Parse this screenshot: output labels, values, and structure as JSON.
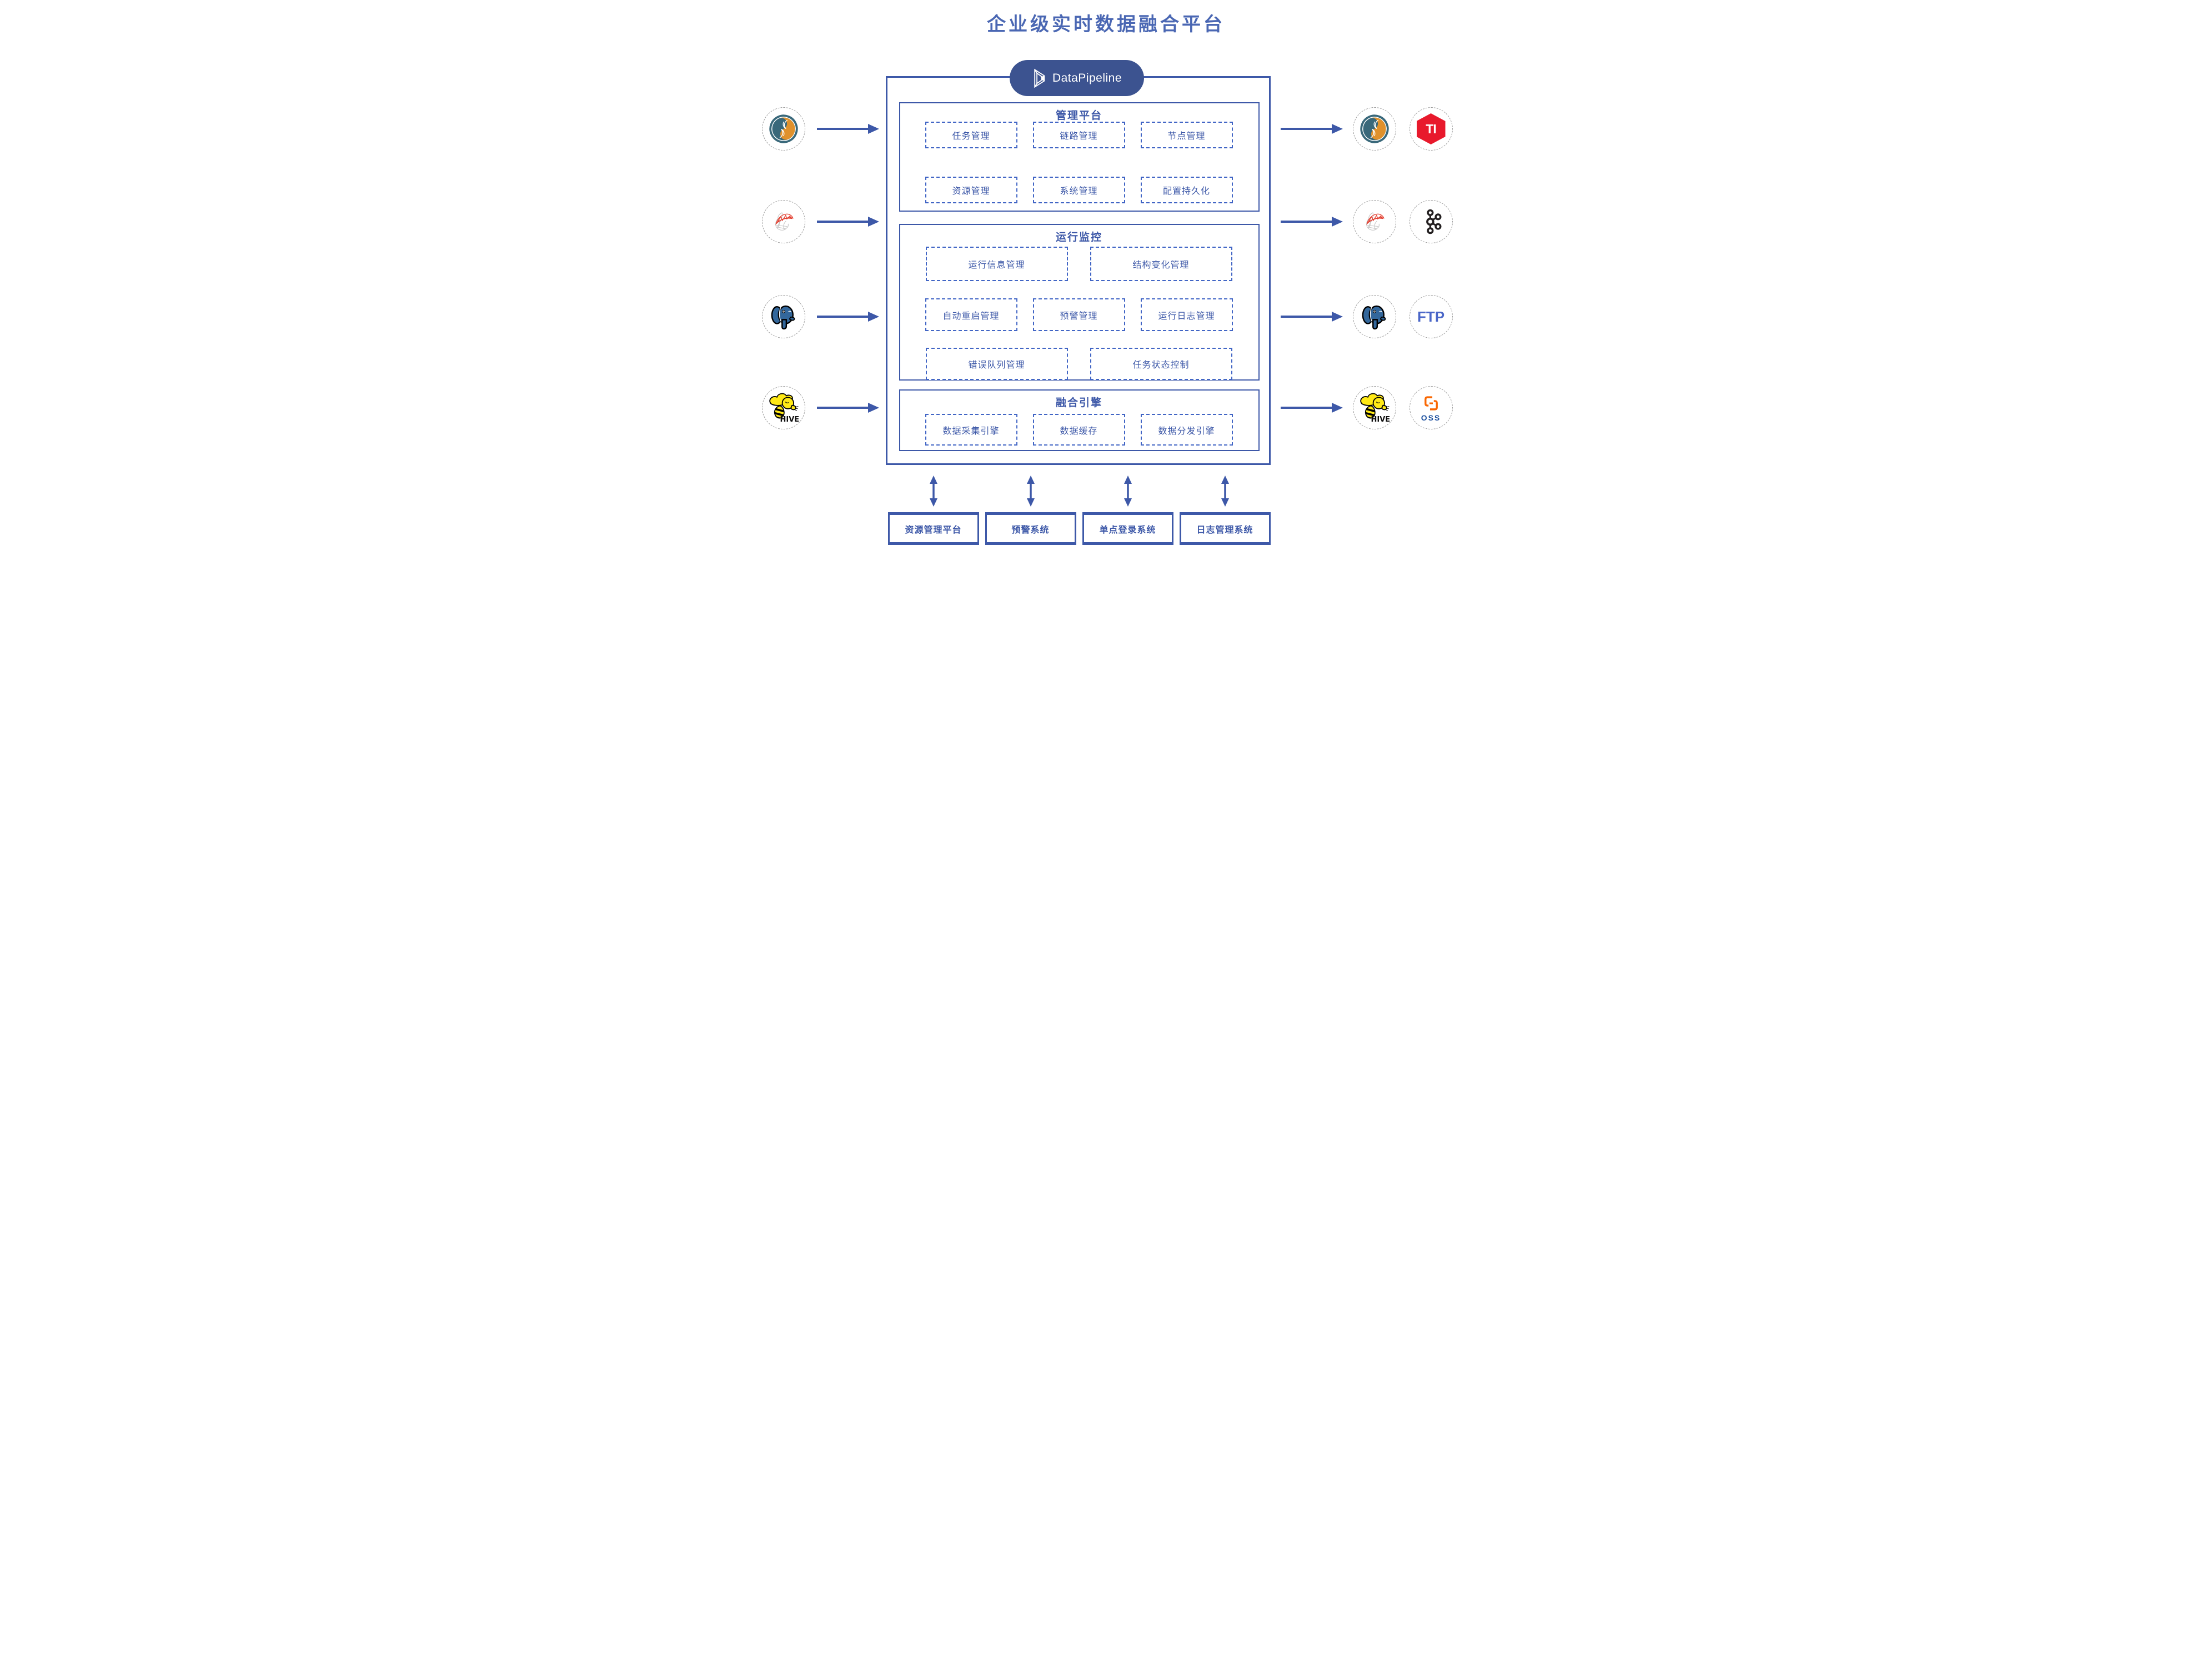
{
  "title": "企业级实时数据融合平台",
  "brand": {
    "name": "DataPipeline"
  },
  "platform": {
    "sections": [
      {
        "title": "管理平台",
        "rows": [
          [
            "任务管理",
            "链路管理",
            "节点管理"
          ],
          [
            "资源管理",
            "系统管理",
            "配置持久化"
          ]
        ]
      },
      {
        "title": "运行监控",
        "rows": [
          [
            "运行信息管理",
            "结构变化管理"
          ],
          [
            "自动重启管理",
            "预警管理",
            "运行日志管理"
          ],
          [
            "错误队列管理",
            "任务状态控制"
          ]
        ]
      },
      {
        "title": "融合引擎",
        "rows": [
          [
            "数据采集引擎",
            "数据缓存",
            "数据分发引擎"
          ]
        ]
      }
    ]
  },
  "icon_text": {
    "tidb": "TI",
    "hive": "HIVE",
    "ftp": "FTP",
    "oss": "OSS"
  },
  "icons": {
    "left_sources": [
      "mysql-icon",
      "sqlserver-icon",
      "postgresql-icon",
      "hive-icon"
    ],
    "right_targets_primary": [
      "mysql-icon",
      "sqlserver-icon",
      "postgresql-icon",
      "hive-icon"
    ],
    "right_targets_secondary": [
      "tidb-icon",
      "kafka-icon",
      "ftp-icon",
      "oss-icon"
    ]
  },
  "external_systems": [
    "资源管理平台",
    "预警系统",
    "单点登录系统",
    "日志管理系统"
  ],
  "colors": {
    "primary_blue": "#3d58a8",
    "dashed_blue": "#4165c5",
    "title_blue": "#4a67b3",
    "pill_navy": "#3c5390",
    "tidb_red": "#e8192c",
    "oss_orange": "#f96702",
    "oss_text_blue": "#1b4f9e",
    "ftp_blue": "#4a66c8",
    "mysql_teal": "#39687a",
    "mysql_orange": "#e0912c",
    "postgres_blue": "#33679b",
    "hive_yellow": "#ffe916",
    "kafka_black": "#231f20",
    "sqlserver_red": "#e23d2e",
    "sqlserver_gray": "#c7c7c7"
  }
}
